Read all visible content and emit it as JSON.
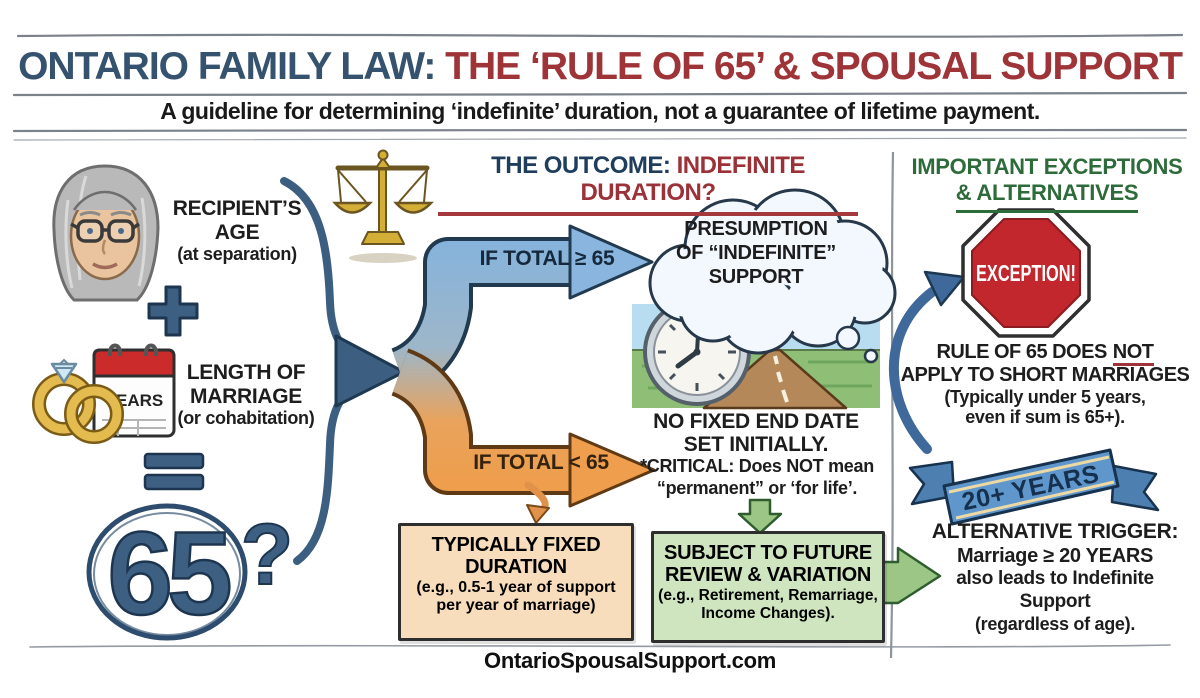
{
  "infographic": {
    "title": {
      "part1": "ONTARIO FAMILY LAW: ",
      "part2": "THE ‘RULE OF 65’ & SPOUSAL SUPPORT"
    },
    "subtitle": "A guideline for determining ‘indefinite’ duration, not a guarantee of lifetime payment.",
    "footer": "OntarioSpousalSupport.com"
  },
  "inputs": {
    "recipient": {
      "line1": "RECIPIENT’S",
      "line2": "AGE",
      "line3": "(at separation)"
    },
    "marriage": {
      "line1": "LENGTH OF",
      "line2": "MARRIAGE",
      "line3": "(or cohabitation)"
    },
    "calendar_label": "YEARS",
    "plus_symbol": "+",
    "equals_symbol": "=",
    "sum_value": "65",
    "question_mark": "?"
  },
  "outcome": {
    "heading_label": "THE OUTCOME: ",
    "heading_question": "INDEFINITE DURATION?",
    "branch_over": "IF TOTAL ≥ 65",
    "branch_under": "IF TOTAL < 65",
    "cloud": {
      "line1": "PRESUMPTION",
      "line2": "OF “INDEFINITE”",
      "line3": "SUPPORT"
    },
    "no_fixed": {
      "line1": "NO FIXED END DATE",
      "line2": "SET INITIALLY."
    },
    "critical": {
      "line1": "*CRITICAL: Does NOT mean",
      "line2": "“permanent” or ‘for life’."
    },
    "fixed_box": {
      "title1": "TYPICALLY FIXED",
      "title2": "DURATION",
      "sub1": "(e.g., 0.5-1 year of support",
      "sub2": "per year of marriage)"
    },
    "review_box": {
      "title1": "SUBJECT TO FUTURE",
      "title2": "REVIEW & VARIATION",
      "sub1": "(e.g., Retirement, Remarriage,",
      "sub2": "Income Changes)."
    }
  },
  "exceptions": {
    "heading": {
      "line1": "IMPORTANT EXCEPTIONS",
      "line2": "& ALTERNATIVES"
    },
    "stop_sign": "EXCEPTION!",
    "short_marriage": {
      "pre": "RULE OF 65 DOES",
      "not": "NOT",
      "line2": "APPLY TO SHORT MARRIAGES",
      "line3": "(Typically under 5 years,",
      "line4": "even if sum is 65+)."
    },
    "ribbon": "20+ YEARS",
    "alternative": {
      "line1": "ALTERNATIVE TRIGGER:",
      "line2": "Marriage ≥ 20 YEARS",
      "line3": "also leads to Indefinite",
      "line4": "Support",
      "line5": "(regardless of age)."
    }
  },
  "colors": {
    "title_blue": "#35536f",
    "title_red": "#9e3438",
    "branch_blue": "#85b3dc",
    "branch_orange": "#ee9e4d",
    "fixed_box_bg": "#f8ddbc",
    "review_box_bg": "#cfe5c0",
    "exception_red": "#c1272d",
    "heading_green": "#2e6b3a",
    "ribbon_blue": "#5f97cc",
    "steel_blue": "#3d5f82"
  }
}
